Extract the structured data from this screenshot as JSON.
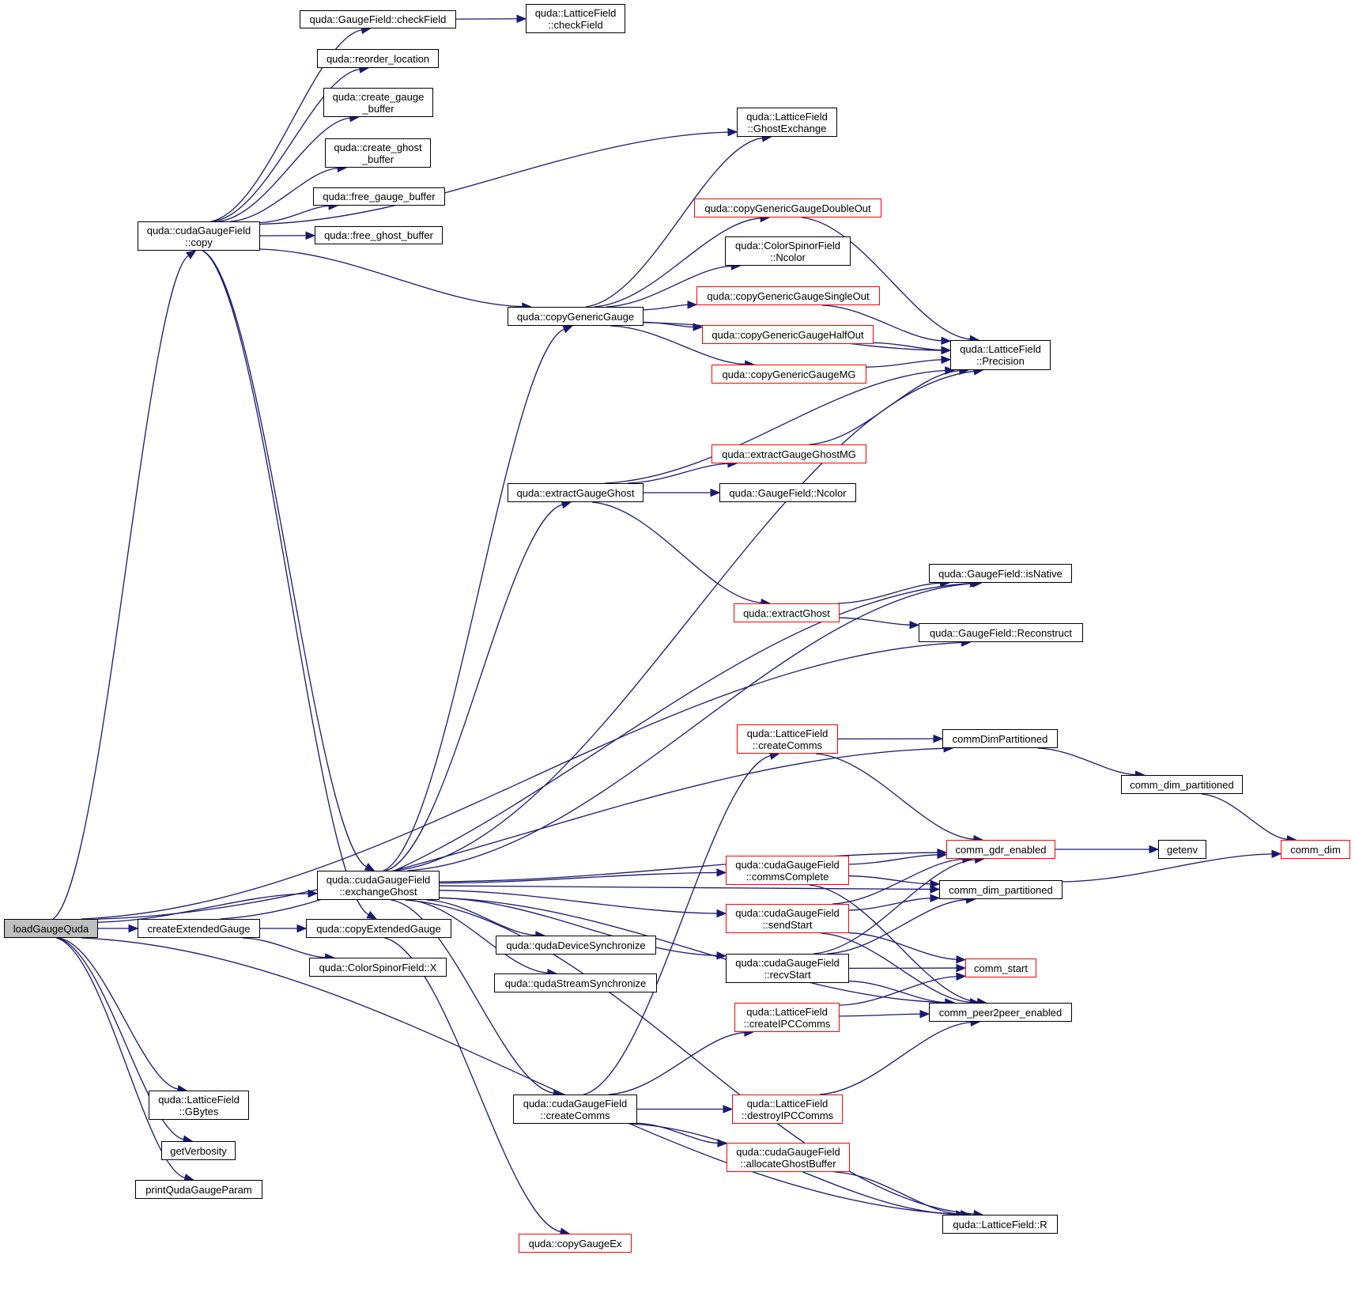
{
  "diagram": {
    "type": "call-graph",
    "title": "loadGaugeQuda call graph",
    "colors": {
      "edge": "#191970",
      "node_border": "#000000",
      "node_border_undocumented": "#ff0000",
      "root_fill": "#bfbfbf",
      "background": "#ffffff"
    },
    "nodes": [
      {
        "id": "loadGaugeQuda",
        "lines": [
          "loadGaugeQuda"
        ],
        "style": "root"
      },
      {
        "id": "cgf_copy",
        "lines": [
          "quda::cudaGaugeField",
          "::copy"
        ],
        "style": "normal"
      },
      {
        "id": "gf_checkField",
        "lines": [
          "quda::GaugeField::checkField"
        ],
        "style": "normal"
      },
      {
        "id": "lf_checkField",
        "lines": [
          "quda::LatticeField",
          "::checkField"
        ],
        "style": "normal"
      },
      {
        "id": "reorder_location",
        "lines": [
          "quda::reorder_location"
        ],
        "style": "normal"
      },
      {
        "id": "create_gauge_buffer",
        "lines": [
          "quda::create_gauge",
          "_buffer"
        ],
        "style": "normal"
      },
      {
        "id": "create_ghost_buffer",
        "lines": [
          "quda::create_ghost",
          "_buffer"
        ],
        "style": "normal"
      },
      {
        "id": "free_gauge_buffer",
        "lines": [
          "quda::free_gauge_buffer"
        ],
        "style": "normal"
      },
      {
        "id": "free_ghost_buffer",
        "lines": [
          "quda::free_ghost_buffer"
        ],
        "style": "normal"
      },
      {
        "id": "lf_GhostExchange",
        "lines": [
          "quda::LatticeField",
          "::GhostExchange"
        ],
        "style": "normal"
      },
      {
        "id": "cgg_DoubleOut",
        "lines": [
          "quda::copyGenericGaugeDoubleOut"
        ],
        "style": "red"
      },
      {
        "id": "csf_Ncolor",
        "lines": [
          "quda::ColorSpinorField",
          "::Ncolor"
        ],
        "style": "normal"
      },
      {
        "id": "cgg_SingleOut",
        "lines": [
          "quda::copyGenericGaugeSingleOut"
        ],
        "style": "red"
      },
      {
        "id": "copyGenericGauge",
        "lines": [
          "quda::copyGenericGauge"
        ],
        "style": "normal"
      },
      {
        "id": "cgg_HalfOut",
        "lines": [
          "quda::copyGenericGaugeHalfOut"
        ],
        "style": "red"
      },
      {
        "id": "cgg_MG",
        "lines": [
          "quda::copyGenericGaugeMG"
        ],
        "style": "red"
      },
      {
        "id": "lf_Precision",
        "lines": [
          "quda::LatticeField",
          "::Precision"
        ],
        "style": "normal"
      },
      {
        "id": "egg_MG",
        "lines": [
          "quda::extractGaugeGhostMG"
        ],
        "style": "red"
      },
      {
        "id": "extractGaugeGhost",
        "lines": [
          "quda::extractGaugeGhost"
        ],
        "style": "normal"
      },
      {
        "id": "gf_Ncolor",
        "lines": [
          "quda::GaugeField::Ncolor"
        ],
        "style": "normal"
      },
      {
        "id": "gf_isNative",
        "lines": [
          "quda::GaugeField::isNative"
        ],
        "style": "normal"
      },
      {
        "id": "extractGhost",
        "lines": [
          "quda::extractGhost"
        ],
        "style": "red"
      },
      {
        "id": "gf_Reconstruct",
        "lines": [
          "quda::GaugeField::Reconstruct"
        ],
        "style": "normal"
      },
      {
        "id": "lf_createComms",
        "lines": [
          "quda::LatticeField",
          "::createComms"
        ],
        "style": "red"
      },
      {
        "id": "commDimPartitioned",
        "lines": [
          "commDimPartitioned"
        ],
        "style": "normal"
      },
      {
        "id": "comm_dim_partitioned_a",
        "lines": [
          "comm_dim_partitioned"
        ],
        "style": "normal"
      },
      {
        "id": "comm_gdr_enabled",
        "lines": [
          "comm_gdr_enabled"
        ],
        "style": "red"
      },
      {
        "id": "getenv",
        "lines": [
          "getenv"
        ],
        "style": "normal"
      },
      {
        "id": "comm_dim",
        "lines": [
          "comm_dim"
        ],
        "style": "red"
      },
      {
        "id": "cgf_exchangeGhost",
        "lines": [
          "quda::cudaGaugeField",
          "::exchangeGhost"
        ],
        "style": "normal"
      },
      {
        "id": "cgf_commsComplete",
        "lines": [
          "quda::cudaGaugeField",
          "::commsComplete"
        ],
        "style": "red"
      },
      {
        "id": "comm_dim_partitioned_b",
        "lines": [
          "comm_dim_partitioned"
        ],
        "style": "normal"
      },
      {
        "id": "cgf_sendStart",
        "lines": [
          "quda::cudaGaugeField",
          "::sendStart"
        ],
        "style": "red"
      },
      {
        "id": "createExtendedGauge",
        "lines": [
          "createExtendedGauge"
        ],
        "style": "normal"
      },
      {
        "id": "copyExtendedGauge",
        "lines": [
          "quda::copyExtendedGauge"
        ],
        "style": "normal"
      },
      {
        "id": "qudaDeviceSynchronize",
        "lines": [
          "quda::qudaDeviceSynchronize"
        ],
        "style": "normal"
      },
      {
        "id": "csf_X",
        "lines": [
          "quda::ColorSpinorField::X"
        ],
        "style": "normal"
      },
      {
        "id": "cgf_recvStart",
        "lines": [
          "quda::cudaGaugeField",
          "::recvStart"
        ],
        "style": "normal"
      },
      {
        "id": "comm_start",
        "lines": [
          "comm_start"
        ],
        "style": "red"
      },
      {
        "id": "qudaStreamSynchronize",
        "lines": [
          "quda::qudaStreamSynchronize"
        ],
        "style": "normal"
      },
      {
        "id": "lf_createIPCComms",
        "lines": [
          "quda::LatticeField",
          "::createIPCComms"
        ],
        "style": "red"
      },
      {
        "id": "comm_peer2peer_enabled",
        "lines": [
          "comm_peer2peer_enabled"
        ],
        "style": "normal"
      },
      {
        "id": "cgf_createComms",
        "lines": [
          "quda::cudaGaugeField",
          "::createComms"
        ],
        "style": "normal"
      },
      {
        "id": "lf_destroyIPCComms",
        "lines": [
          "quda::LatticeField",
          "::destroyIPCComms"
        ],
        "style": "red"
      },
      {
        "id": "cgf_allocateGhostBuffer",
        "lines": [
          "quda::cudaGaugeField",
          "::allocateGhostBuffer"
        ],
        "style": "red"
      },
      {
        "id": "lf_GBytes",
        "lines": [
          "quda::LatticeField",
          "::GBytes"
        ],
        "style": "normal"
      },
      {
        "id": "getVerbosity",
        "lines": [
          "getVerbosity"
        ],
        "style": "normal"
      },
      {
        "id": "printQudaGaugeParam",
        "lines": [
          "printQudaGaugeParam"
        ],
        "style": "normal"
      },
      {
        "id": "lf_R",
        "lines": [
          "quda::LatticeField::R"
        ],
        "style": "normal"
      },
      {
        "id": "copyGaugeEx",
        "lines": [
          "quda::copyGaugeEx"
        ],
        "style": "red"
      }
    ],
    "edges": [
      [
        "loadGaugeQuda",
        "cgf_copy"
      ],
      [
        "loadGaugeQuda",
        "cgf_exchangeGhost"
      ],
      [
        "loadGaugeQuda",
        "createExtendedGauge"
      ],
      [
        "loadGaugeQuda",
        "commDimPartitioned"
      ],
      [
        "loadGaugeQuda",
        "gf_Reconstruct"
      ],
      [
        "loadGaugeQuda",
        "lf_GBytes"
      ],
      [
        "loadGaugeQuda",
        "getVerbosity"
      ],
      [
        "loadGaugeQuda",
        "printQudaGaugeParam"
      ],
      [
        "loadGaugeQuda",
        "lf_R"
      ],
      [
        "cgf_copy",
        "gf_checkField"
      ],
      [
        "cgf_copy",
        "reorder_location"
      ],
      [
        "cgf_copy",
        "create_gauge_buffer"
      ],
      [
        "cgf_copy",
        "create_ghost_buffer"
      ],
      [
        "cgf_copy",
        "free_gauge_buffer"
      ],
      [
        "cgf_copy",
        "free_ghost_buffer"
      ],
      [
        "cgf_copy",
        "lf_GhostExchange"
      ],
      [
        "cgf_copy",
        "copyGenericGauge"
      ],
      [
        "cgf_copy",
        "cgf_exchangeGhost"
      ],
      [
        "cgf_copy",
        "copyExtendedGauge"
      ],
      [
        "gf_checkField",
        "lf_checkField"
      ],
      [
        "copyGenericGauge",
        "lf_GhostExchange"
      ],
      [
        "copyGenericGauge",
        "cgg_DoubleOut"
      ],
      [
        "copyGenericGauge",
        "csf_Ncolor"
      ],
      [
        "copyGenericGauge",
        "cgg_SingleOut"
      ],
      [
        "copyGenericGauge",
        "cgg_HalfOut"
      ],
      [
        "copyGenericGauge",
        "cgg_MG"
      ],
      [
        "copyGenericGauge",
        "lf_Precision"
      ],
      [
        "cgg_DoubleOut",
        "lf_Precision"
      ],
      [
        "cgg_SingleOut",
        "lf_Precision"
      ],
      [
        "cgg_HalfOut",
        "lf_Precision"
      ],
      [
        "cgg_MG",
        "lf_Precision"
      ],
      [
        "extractGaugeGhost",
        "lf_Precision"
      ],
      [
        "extractGaugeGhost",
        "egg_MG"
      ],
      [
        "extractGaugeGhost",
        "gf_Ncolor"
      ],
      [
        "extractGaugeGhost",
        "extractGhost"
      ],
      [
        "egg_MG",
        "lf_Precision"
      ],
      [
        "extractGhost",
        "gf_isNative"
      ],
      [
        "extractGhost",
        "gf_Reconstruct"
      ],
      [
        "cgf_exchangeGhost",
        "copyGenericGauge"
      ],
      [
        "cgf_exchangeGhost",
        "extractGaugeGhost"
      ],
      [
        "cgf_exchangeGhost",
        "lf_Precision"
      ],
      [
        "cgf_exchangeGhost",
        "gf_isNative"
      ],
      [
        "cgf_exchangeGhost",
        "comm_gdr_enabled"
      ],
      [
        "cgf_exchangeGhost",
        "comm_dim_partitioned_b"
      ],
      [
        "cgf_exchangeGhost",
        "cgf_commsComplete"
      ],
      [
        "cgf_exchangeGhost",
        "cgf_sendStart"
      ],
      [
        "cgf_exchangeGhost",
        "qudaDeviceSynchronize"
      ],
      [
        "cgf_exchangeGhost",
        "qudaStreamSynchronize"
      ],
      [
        "cgf_exchangeGhost",
        "cgf_recvStart"
      ],
      [
        "cgf_exchangeGhost",
        "comm_peer2peer_enabled"
      ],
      [
        "cgf_exchangeGhost",
        "cgf_createComms"
      ],
      [
        "cgf_exchangeGhost",
        "lf_R"
      ],
      [
        "createExtendedGauge",
        "copyExtendedGauge"
      ],
      [
        "createExtendedGauge",
        "csf_X"
      ],
      [
        "createExtendedGauge",
        "gf_isNative"
      ],
      [
        "copyExtendedGauge",
        "copyGaugeEx"
      ],
      [
        "lf_createComms",
        "commDimPartitioned"
      ],
      [
        "lf_createComms",
        "comm_gdr_enabled"
      ],
      [
        "commDimPartitioned",
        "comm_dim_partitioned_a"
      ],
      [
        "comm_dim_partitioned_a",
        "comm_dim"
      ],
      [
        "comm_gdr_enabled",
        "getenv"
      ],
      [
        "comm_dim_partitioned_b",
        "comm_dim"
      ],
      [
        "cgf_commsComplete",
        "comm_gdr_enabled"
      ],
      [
        "cgf_commsComplete",
        "comm_dim_partitioned_b"
      ],
      [
        "cgf_commsComplete",
        "comm_peer2peer_enabled"
      ],
      [
        "cgf_sendStart",
        "comm_gdr_enabled"
      ],
      [
        "cgf_sendStart",
        "comm_dim_partitioned_b"
      ],
      [
        "cgf_sendStart",
        "comm_start"
      ],
      [
        "cgf_sendStart",
        "comm_peer2peer_enabled"
      ],
      [
        "cgf_recvStart",
        "comm_gdr_enabled"
      ],
      [
        "cgf_recvStart",
        "comm_dim_partitioned_b"
      ],
      [
        "cgf_recvStart",
        "comm_start"
      ],
      [
        "cgf_recvStart",
        "comm_peer2peer_enabled"
      ],
      [
        "lf_createIPCComms",
        "comm_start"
      ],
      [
        "lf_createIPCComms",
        "comm_peer2peer_enabled"
      ],
      [
        "cgf_createComms",
        "lf_createComms"
      ],
      [
        "cgf_createComms",
        "lf_createIPCComms"
      ],
      [
        "cgf_createComms",
        "lf_destroyIPCComms"
      ],
      [
        "cgf_createComms",
        "cgf_allocateGhostBuffer"
      ],
      [
        "cgf_createComms",
        "lf_R"
      ],
      [
        "lf_destroyIPCComms",
        "comm_peer2peer_enabled"
      ],
      [
        "cgf_allocateGhostBuffer",
        "lf_R"
      ]
    ]
  }
}
